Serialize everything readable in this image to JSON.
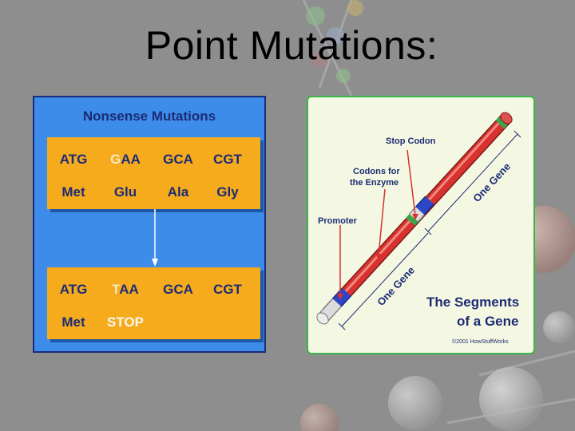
{
  "title": "Point Mutations:",
  "nonsense": {
    "title": "Nonsense Mutations",
    "original": {
      "codons": [
        "ATG",
        "GAA",
        "GCA",
        "CGT"
      ],
      "mutated_letter": "G",
      "amino_acids": [
        "Met",
        "Glu",
        "Ala",
        "Gly"
      ]
    },
    "mutated": {
      "codons": [
        "ATG",
        "TAA",
        "GCA",
        "CGT"
      ],
      "mutated_letter": "T",
      "amino_acids": [
        "Met",
        "STOP"
      ]
    }
  },
  "gene_diagram": {
    "labels": {
      "stop_codon": "Stop Codon",
      "codons_line1": "Codons for",
      "codons_line2": "the Enzyme",
      "promoter": "Promoter",
      "one_gene_upper": "One Gene",
      "one_gene_lower": "One Gene"
    },
    "caption_line1": "The Segments",
    "caption_line2": "of a Gene",
    "copyright": "©2001 HowStuffWorks"
  },
  "colors": {
    "panel_blue": "#3d8ce9",
    "codon_orange": "#f6ab1d",
    "dna_red": "#d9312e",
    "promoter_blue": "#2c48c8",
    "stop_green": "#38a84a"
  }
}
